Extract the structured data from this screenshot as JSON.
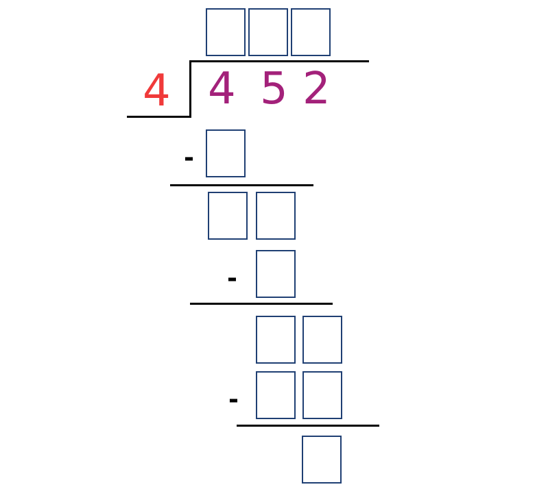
{
  "divisor": "4",
  "dividend_digits": [
    "4",
    "5",
    "2"
  ],
  "minus_sign": "-",
  "colors": {
    "divisor": "#f03a3a",
    "dividend": "#a3217a",
    "box_border": "#1f3f73",
    "lines": "#000000"
  }
}
